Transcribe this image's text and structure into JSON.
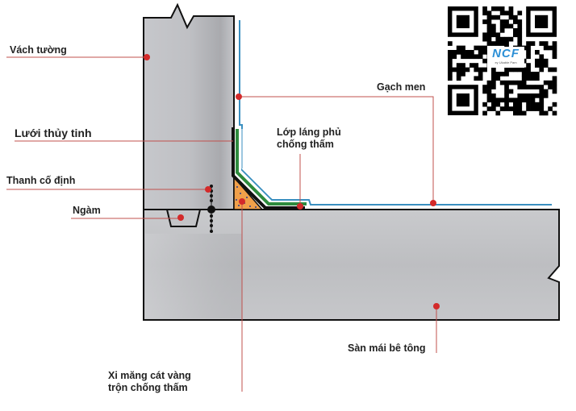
{
  "labels": {
    "wall": "Vách tường",
    "fiberglass_mesh": "Lưới thủy tinh",
    "fixing_bar": "Thanh cố định",
    "embed": "Ngàm",
    "ceramic_tile": "Gạch men",
    "coating_line1": "Lớp láng phủ",
    "coating_line2": "chống thấm",
    "mortar_line1": "Xi măng cát vàng",
    "mortar_line2": "trộn chống thấm",
    "slab": "Sàn mái bê tông"
  },
  "qr": {
    "logo_text": "NCF",
    "caption": "ey Ukable Pam"
  },
  "colors": {
    "concrete": "#bdbec2",
    "outline": "#111111",
    "tile_blue": "#3a8fc0",
    "membrane_green": "#2e8b3e",
    "mortar_orange": "#f0a04a",
    "leader_red": "#c0504d",
    "marker_red": "#d32a2a",
    "logo_blue": "#2b8fd6"
  }
}
